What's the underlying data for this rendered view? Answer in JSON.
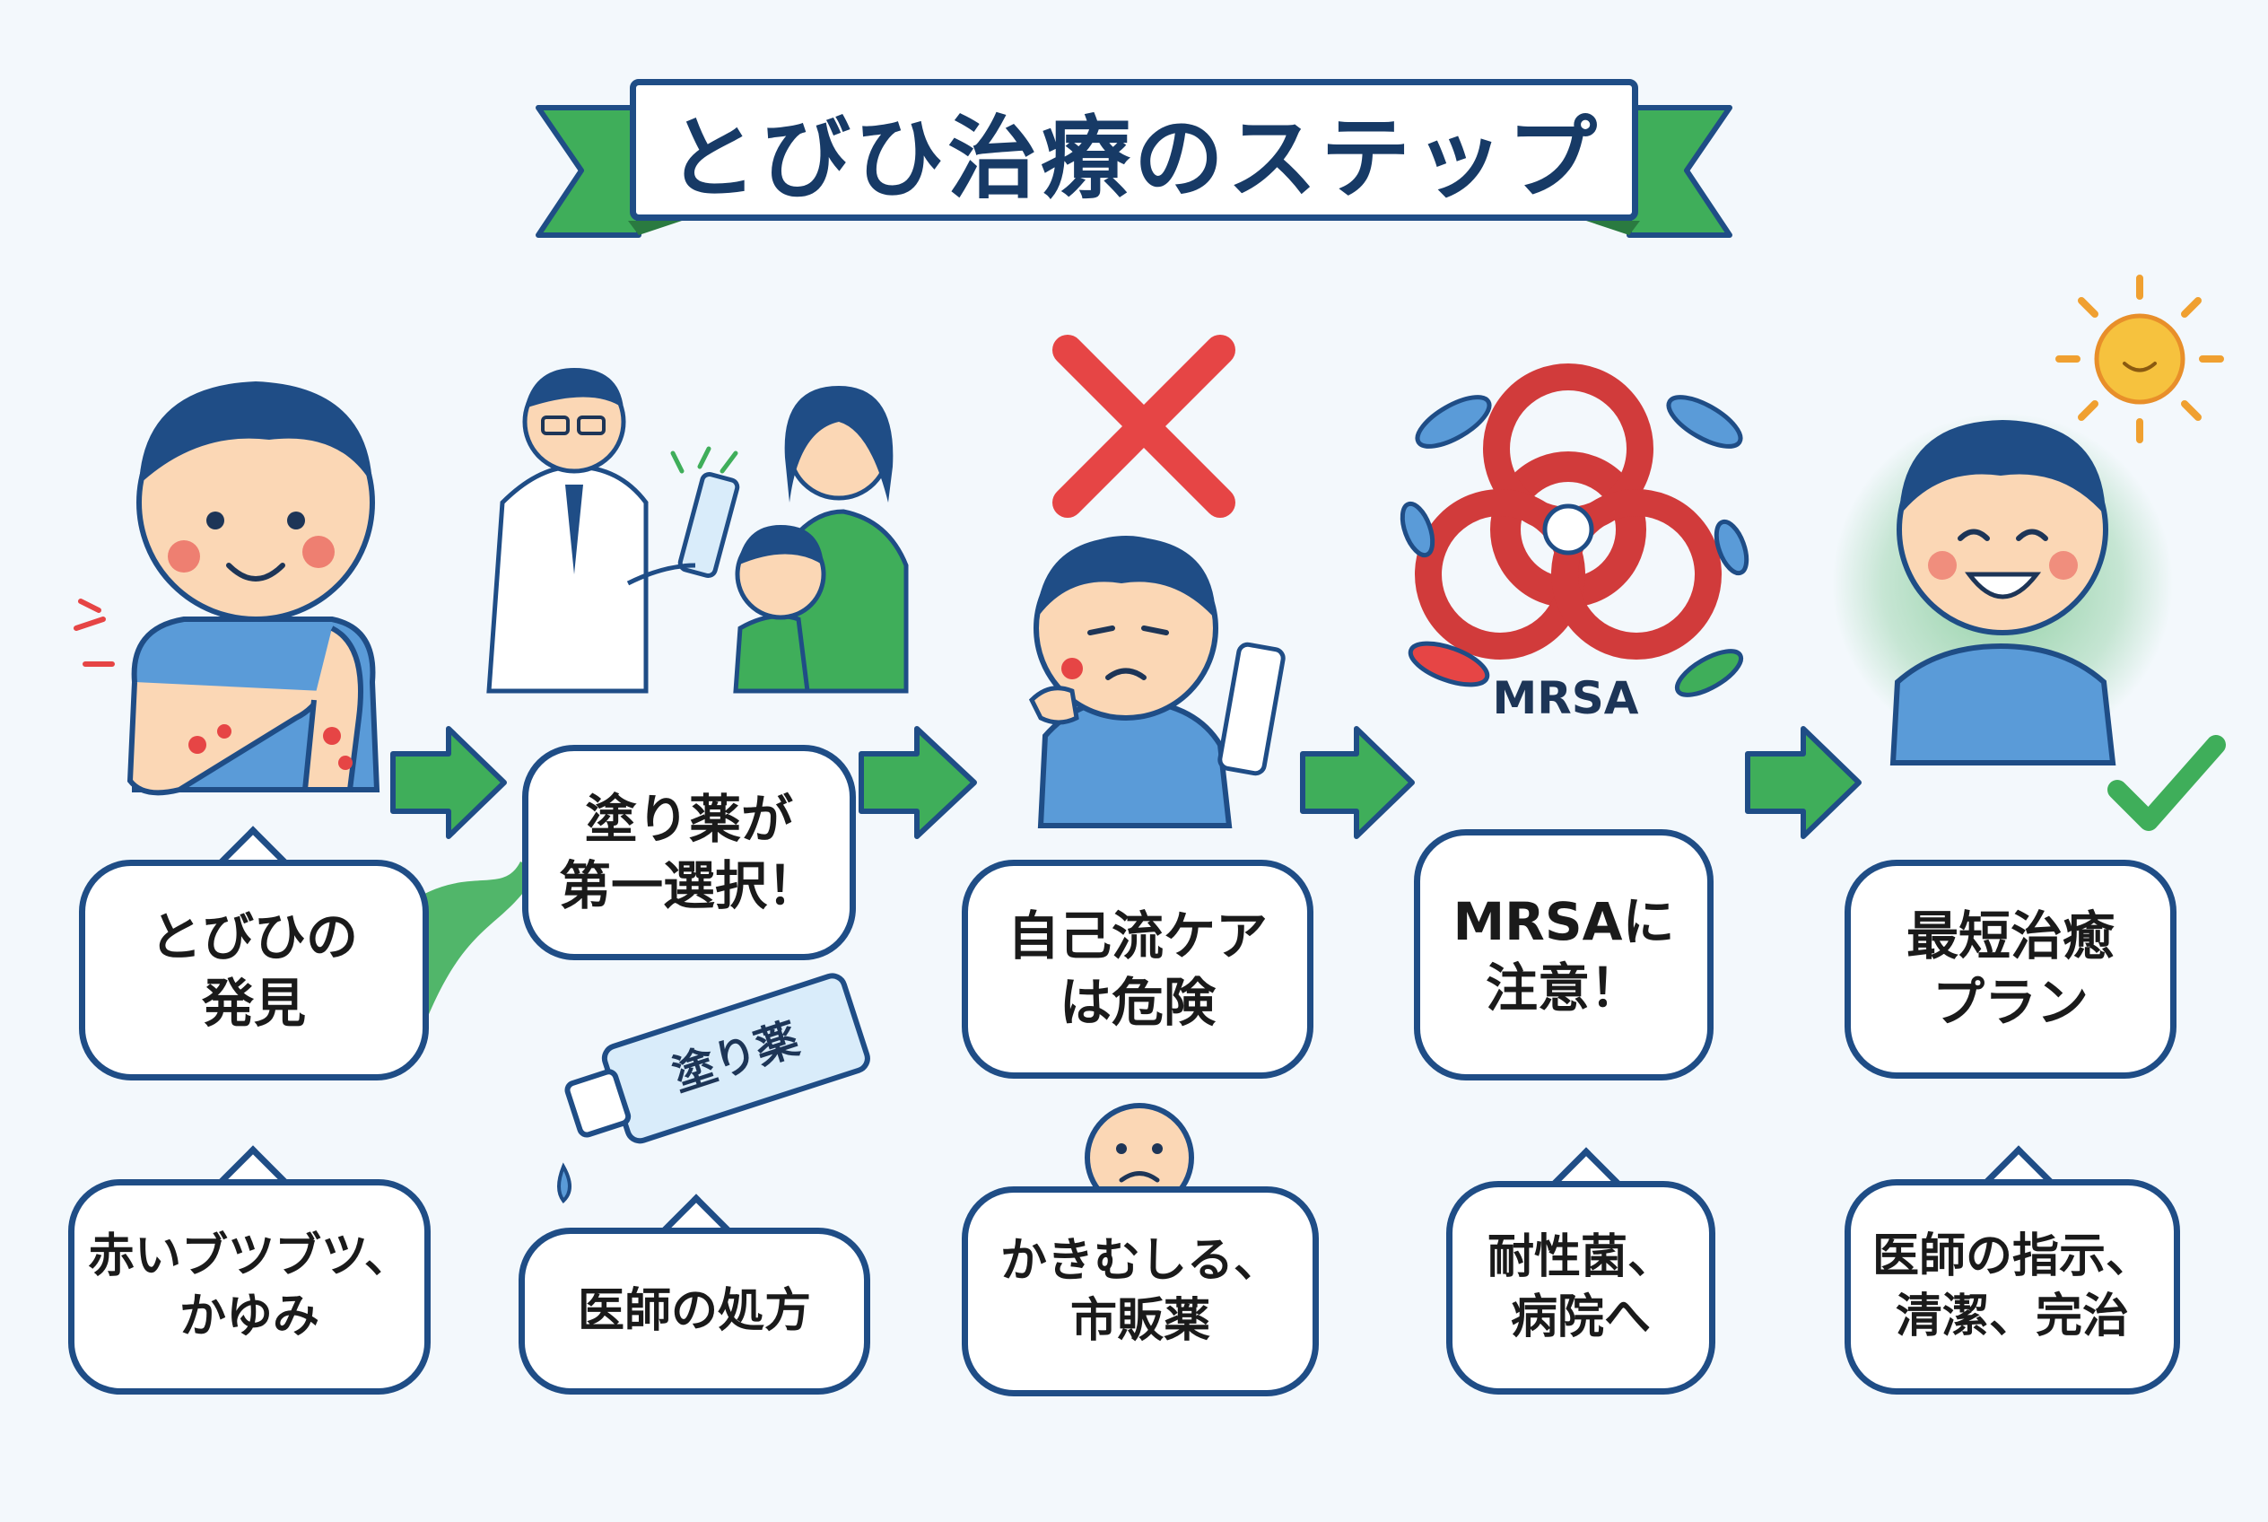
{
  "title": "とびひ治療のステップ",
  "colors": {
    "primary_blue": "#1f4d86",
    "accent_green": "#3fae5a",
    "shirt_blue": "#5a9bd8",
    "danger_red": "#e64545",
    "sun_yellow": "#f6c23e"
  },
  "steps": [
    {
      "label": "とびひの\n発見",
      "detail": "赤いブツブツ、\nかゆみ",
      "icon": "itchy-child-icon"
    },
    {
      "label": "塗り薬が\n第一選択！",
      "detail": "医師の処方",
      "icon": "doctor-family-icon",
      "tube_label": "塗り薬"
    },
    {
      "label": "自己流ケア\nは危険",
      "detail": "かきむしる、\n市販薬",
      "icon": "worried-child-icon"
    },
    {
      "label": "MRSAに\n注意！",
      "detail": "耐性菌、\n病院へ",
      "icon": "biohazard-icon",
      "hazard_caption": "MRSA"
    },
    {
      "label": "最短治癒\nプラン",
      "detail": "医師の指示、\n清潔、完治",
      "icon": "happy-child-icon"
    }
  ]
}
